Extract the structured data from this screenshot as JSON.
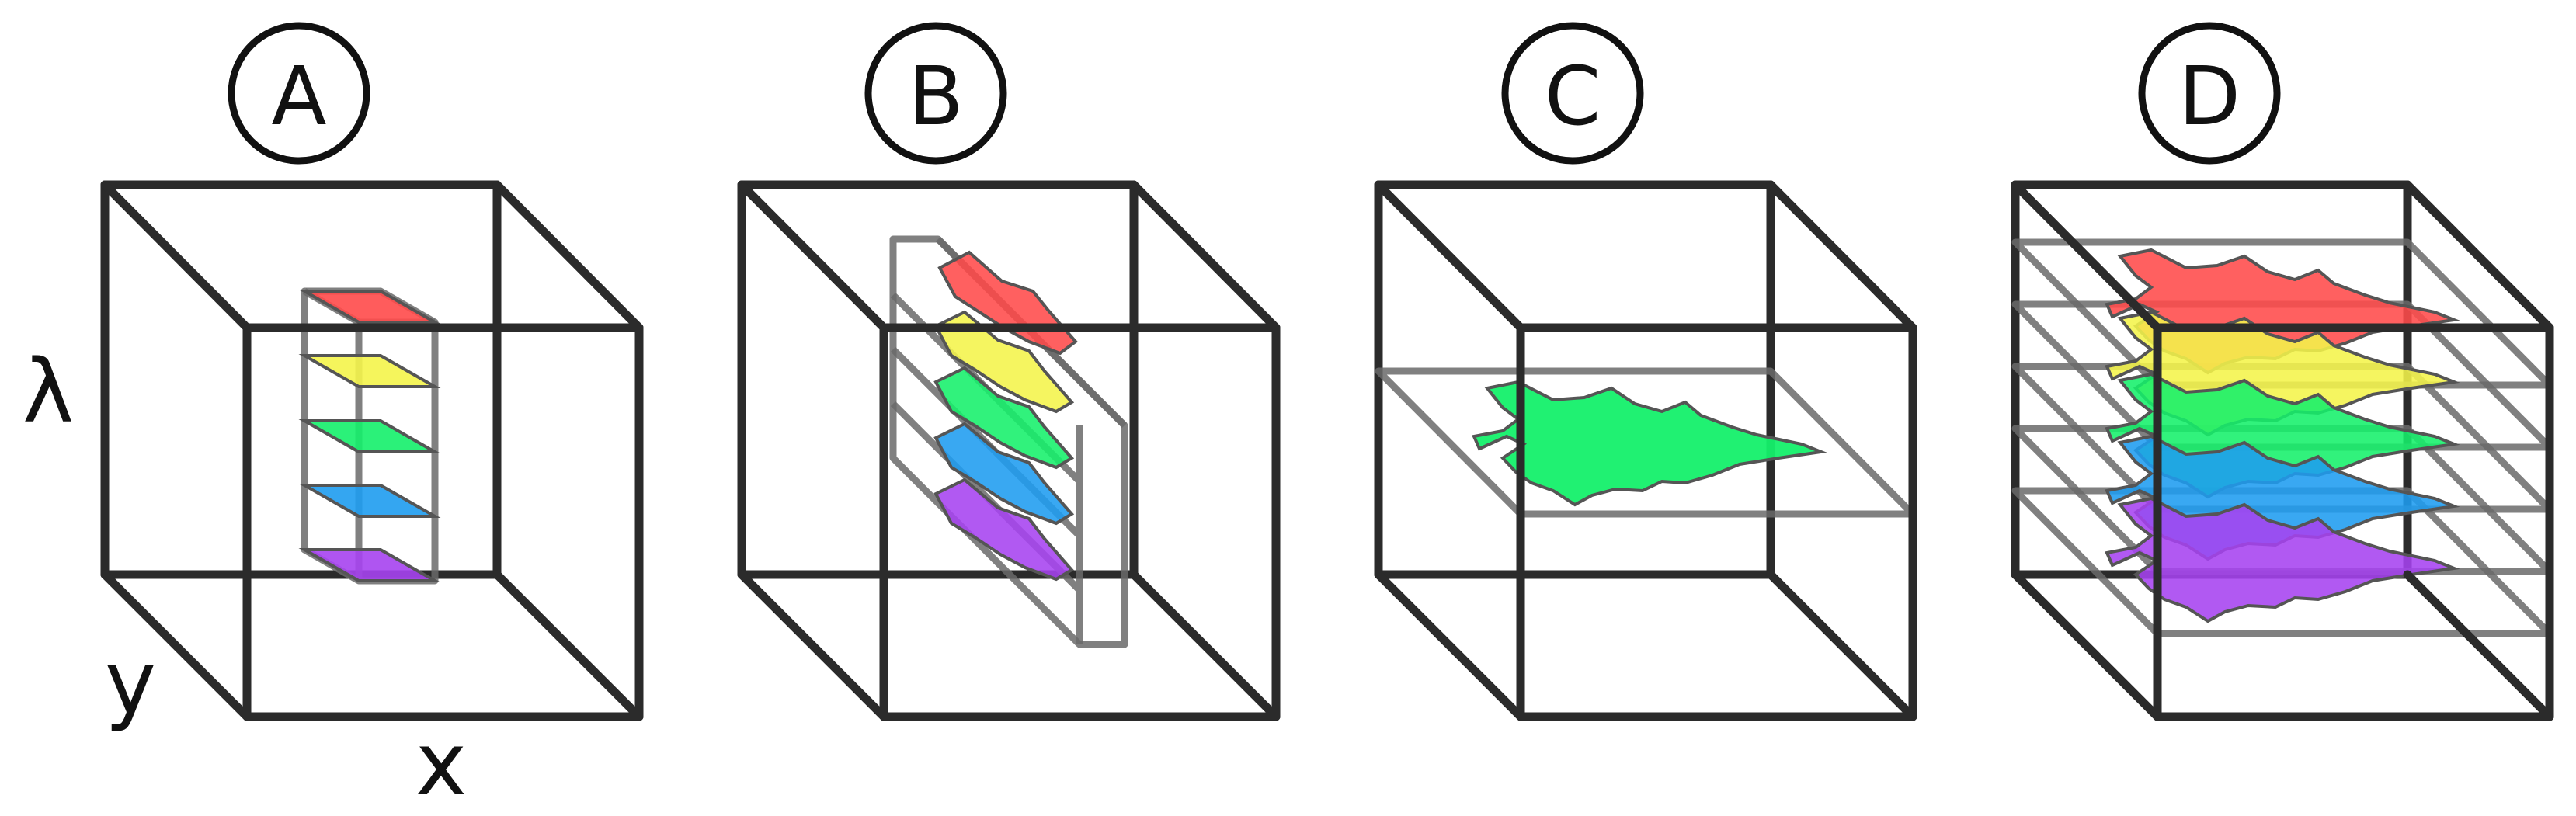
{
  "panels": [
    {
      "label": "A"
    },
    {
      "label": "B"
    },
    {
      "label": "C"
    },
    {
      "label": "D"
    }
  ],
  "axes": {
    "lambda": "λ",
    "y": "y",
    "x": "x"
  },
  "colors": {
    "edge": "#2b2b2b",
    "slice_edge": "#6a6a6a",
    "red": "#ff4a4a",
    "yellow": "#f4f44a",
    "green": "#14f06a",
    "blue": "#1e9cf0",
    "purple": "#a642f0"
  }
}
